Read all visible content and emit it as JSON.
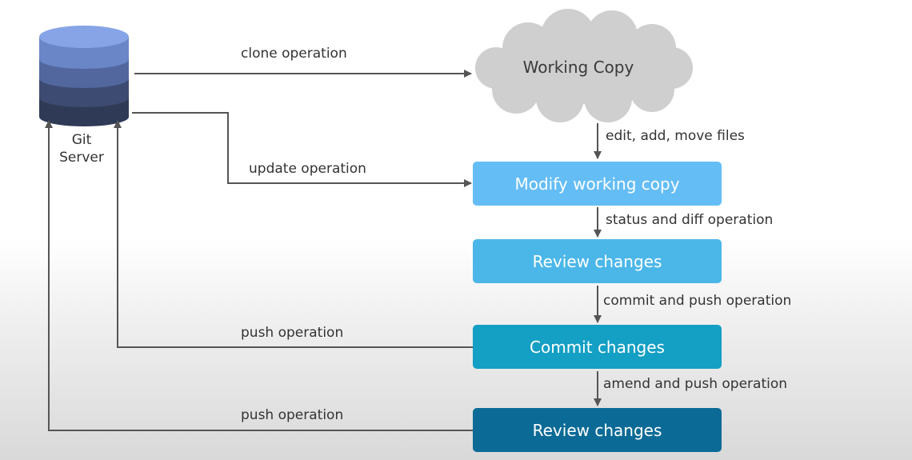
{
  "server": {
    "line1": "Git",
    "line2": "Server"
  },
  "cloud": {
    "label": "Working Copy"
  },
  "boxes": {
    "modify": {
      "label": "Modify working copy",
      "color": "#64bdf5"
    },
    "review1": {
      "label": "Review changes",
      "color": "#4bb7e8"
    },
    "commit": {
      "label": "Commit changes",
      "color": "#149fc4"
    },
    "review2": {
      "label": "Review changes",
      "color": "#0c6b96"
    }
  },
  "edges": {
    "clone": "clone operation",
    "update": "update operation",
    "edit": "edit, add, move files",
    "status": "status and diff operation",
    "commit_push": "commit and push operation",
    "push1": "push operation",
    "amend": "amend and push operation",
    "push2": "push operation"
  },
  "colors": {
    "arrow": "#555555",
    "cloud": "#cfcfcf"
  }
}
